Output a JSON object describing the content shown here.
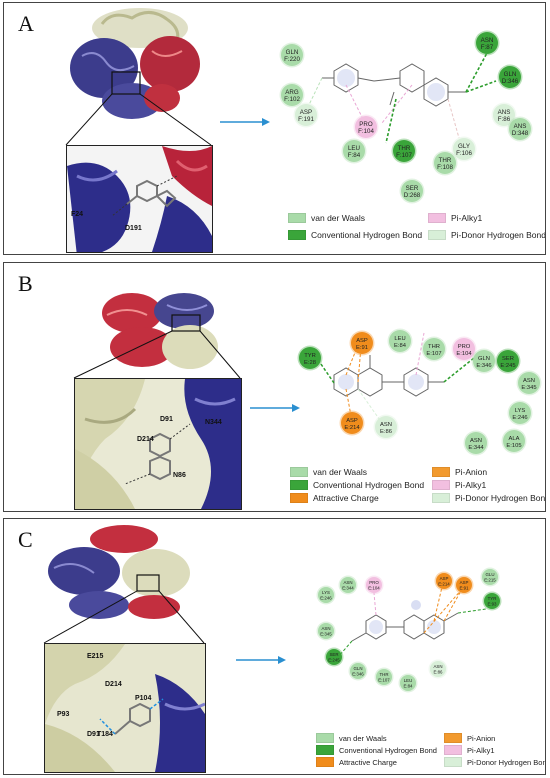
{
  "panels": [
    {
      "letter": "A"
    },
    {
      "letter": "B"
    },
    {
      "letter": "C"
    }
  ],
  "colors": {
    "vdw": "#a9dba9",
    "hbond": "#3aa53a",
    "attractive": "#f08c1c",
    "pianion": "#f29a2e",
    "pialkyl": "#f2bfe0",
    "pidonor": "#d8efd8"
  },
  "A": {
    "zoom_labels": [
      "D191",
      "F24"
    ],
    "residues": [
      "GLN F:220",
      "ARG F:102",
      "ASP F:191",
      "PRO F:104",
      "LEU F:84",
      "THR F:107",
      "SER D:268",
      "THR F:108",
      "GLY F:106",
      "ASN F:87",
      "GLN D:346",
      "ANS F:86",
      "ANS D:348"
    ],
    "legend": [
      "van der Waals",
      "Conventional Hydrogen Bond",
      "Pi-Alky1",
      "Pi-Donor Hydrogen Bond"
    ]
  },
  "B": {
    "zoom_labels": [
      "N344",
      "D214",
      "D91",
      "N86"
    ],
    "residues": [
      "LEU E:84",
      "THR E:107",
      "PRO E:104",
      "GLN E:346",
      "SER E:245",
      "ASN E:345",
      "LYS E:246",
      "ALA E:105",
      "ASN E:344",
      "ASP E:91",
      "TYR E:28",
      "ASP E:214",
      "ASN E:86"
    ],
    "legend": [
      "van der Waals",
      "Conventional Hydrogen Bond",
      "Attractive Charge",
      "Pi-Anion",
      "Pi-Alky1",
      "Pi-Donor Hydrogen Bond"
    ]
  },
  "C": {
    "zoom_labels": [
      "E215",
      "D214",
      "P93",
      "D91",
      "T184",
      "P104"
    ],
    "residues": [
      "LYS E:246",
      "ASN E:344",
      "PRO E:104",
      "ASP E:214",
      "ASP E:91",
      "GLU E:215",
      "TYR E:93",
      "ASN E:345",
      "SER E:245",
      "GLN E:346",
      "THR E:107",
      "LEU E:84",
      "ASN E:86"
    ],
    "legend": [
      "van der Waals",
      "Conventional Hydrogen Bond",
      "Attractive Charge",
      "Pi-Anion",
      "Pi-Alky1",
      "Pi-Donor Hydrogen Bond"
    ]
  }
}
